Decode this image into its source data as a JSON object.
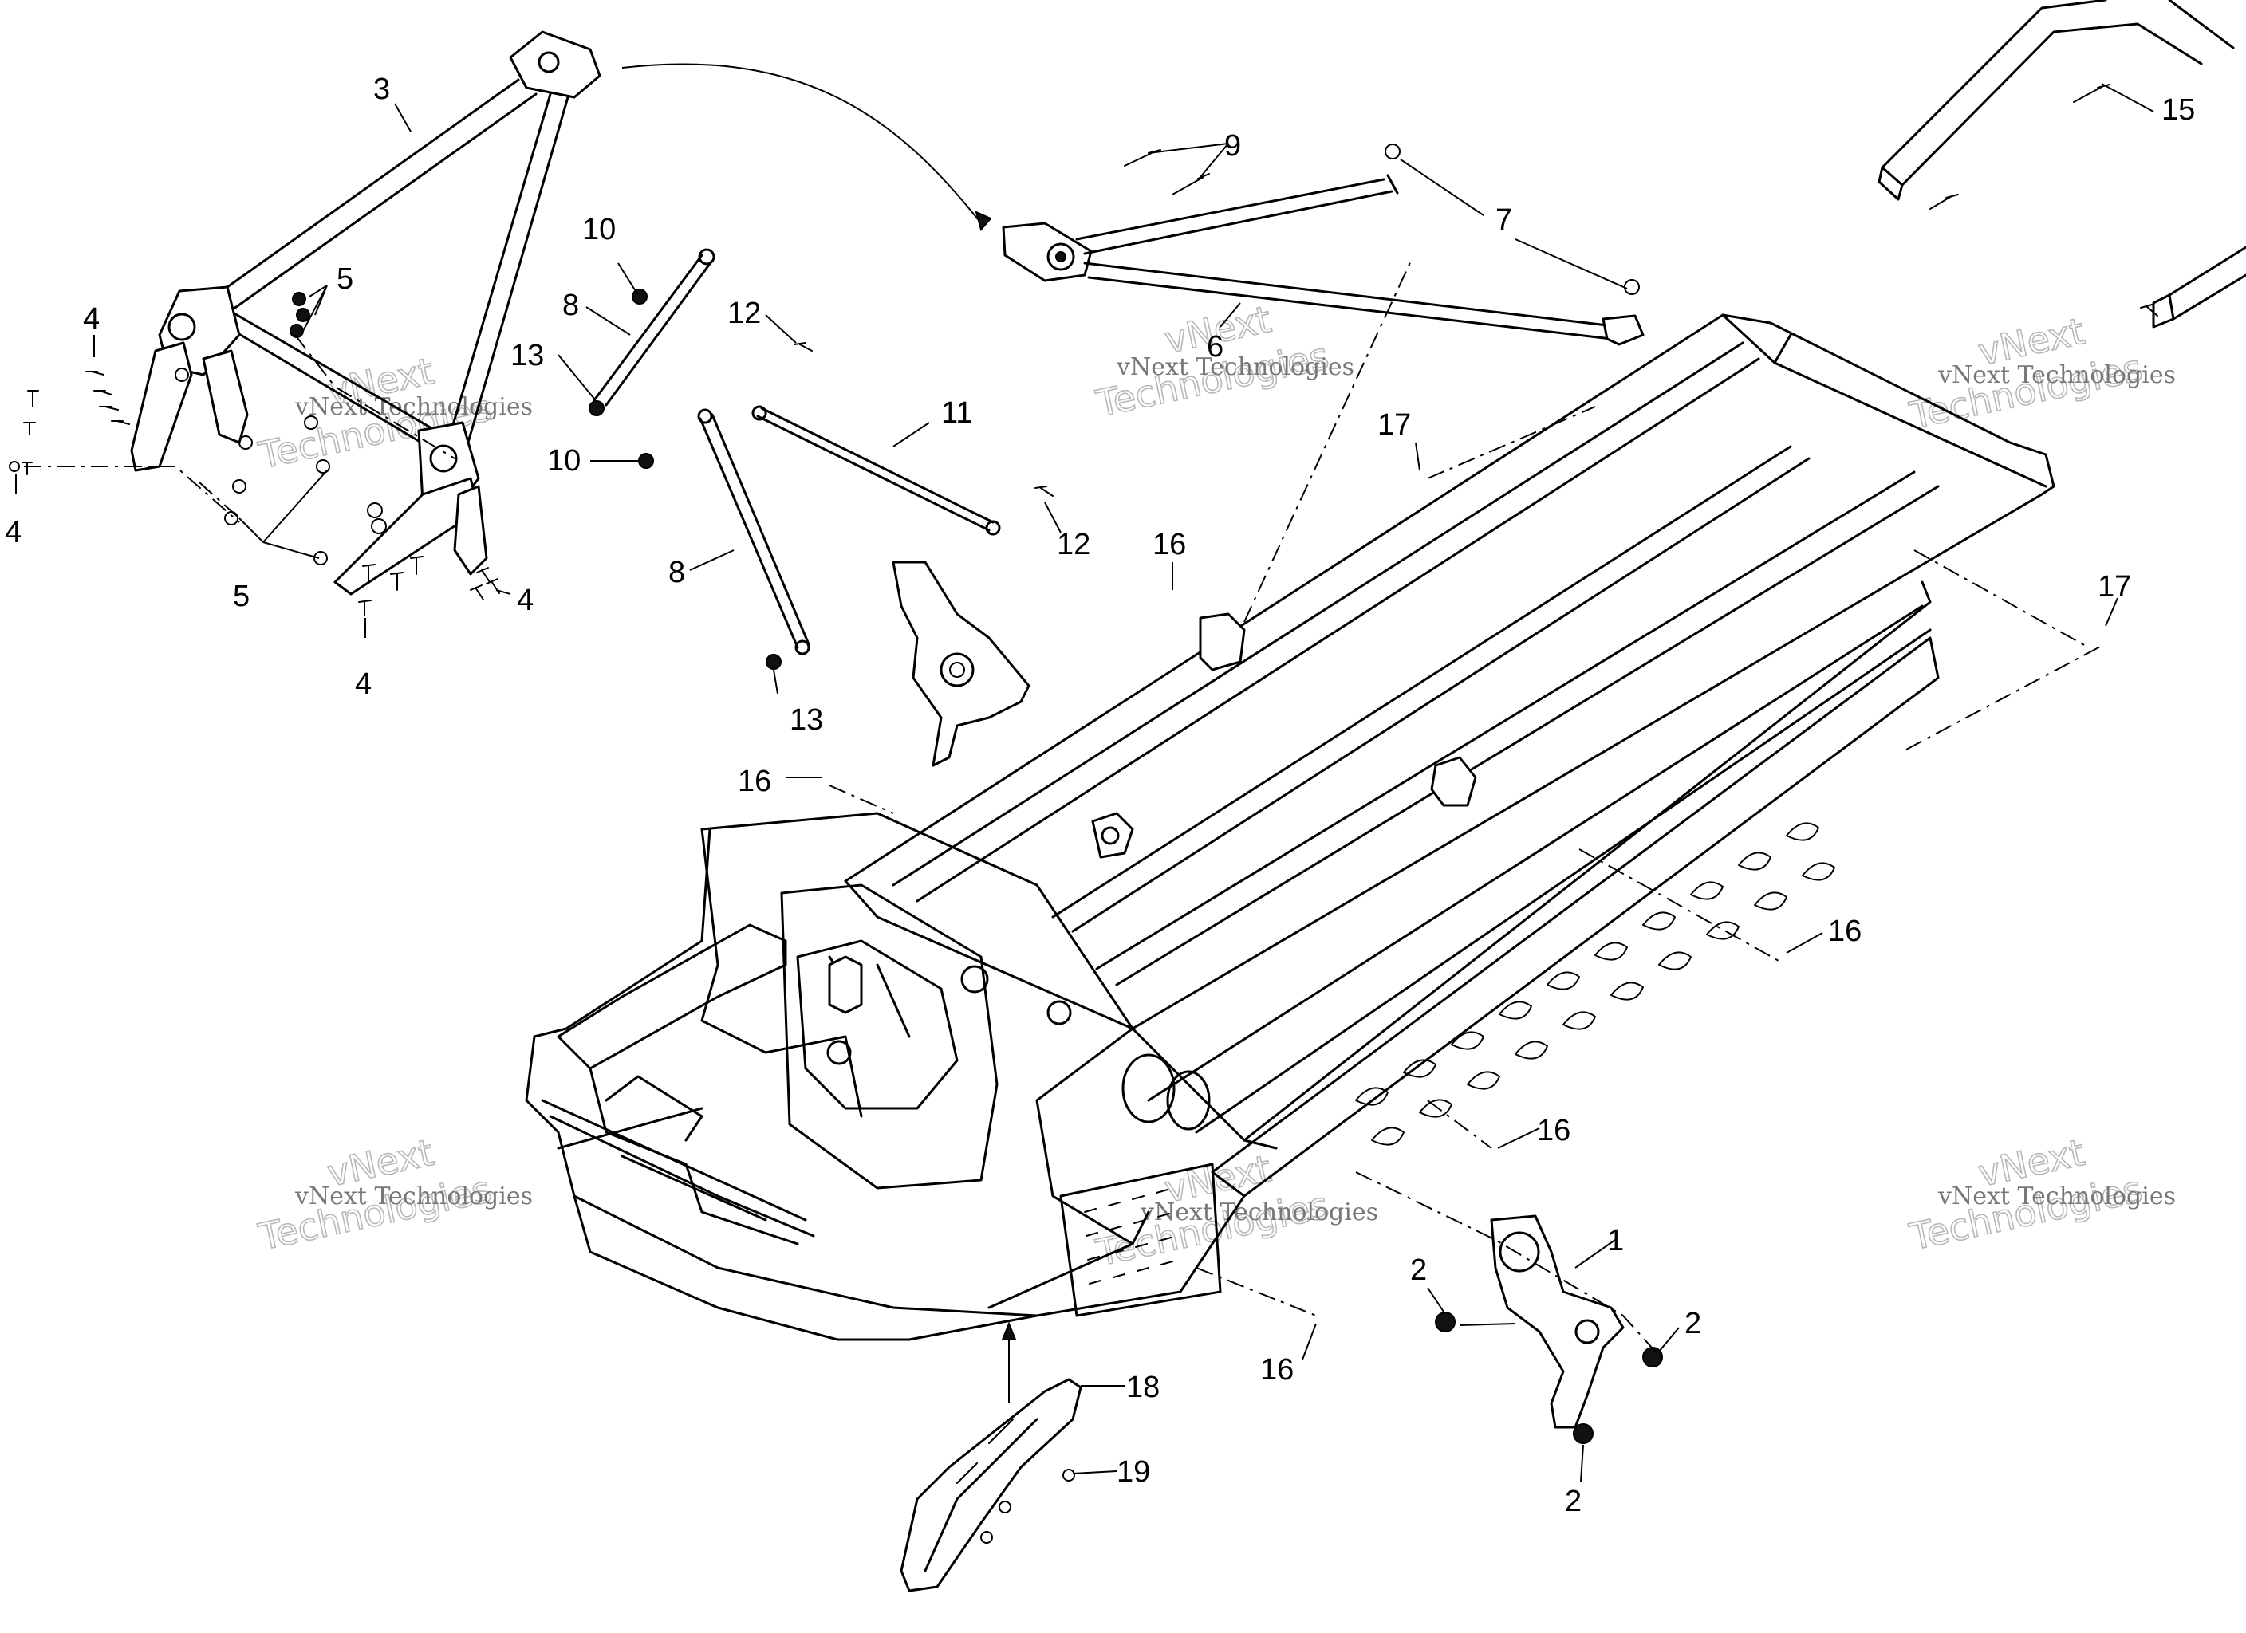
{
  "diagram": {
    "callouts": [
      {
        "id": "c3",
        "label": "3"
      },
      {
        "id": "c5a",
        "label": "5"
      },
      {
        "id": "c4a",
        "label": "4"
      },
      {
        "id": "c4b",
        "label": "4"
      },
      {
        "id": "c5b",
        "label": "5"
      },
      {
        "id": "c4c",
        "label": "4"
      },
      {
        "id": "c4d",
        "label": "4"
      },
      {
        "id": "c10a",
        "label": "10"
      },
      {
        "id": "c8a",
        "label": "8"
      },
      {
        "id": "c13a",
        "label": "13"
      },
      {
        "id": "c10b",
        "label": "10"
      },
      {
        "id": "c12a",
        "label": "12"
      },
      {
        "id": "c11",
        "label": "11"
      },
      {
        "id": "c12b",
        "label": "12"
      },
      {
        "id": "c8b",
        "label": "8"
      },
      {
        "id": "c13b",
        "label": "13"
      },
      {
        "id": "c9",
        "label": "9"
      },
      {
        "id": "c7",
        "label": "7"
      },
      {
        "id": "c6",
        "label": "6"
      },
      {
        "id": "c17a",
        "label": "17"
      },
      {
        "id": "c16a",
        "label": "16"
      },
      {
        "id": "c16b",
        "label": "16"
      },
      {
        "id": "c15",
        "label": "15"
      },
      {
        "id": "c17b",
        "label": "17"
      },
      {
        "id": "c16c",
        "label": "16"
      },
      {
        "id": "c16d",
        "label": "16"
      },
      {
        "id": "c1",
        "label": "1"
      },
      {
        "id": "c2a",
        "label": "2"
      },
      {
        "id": "c2b",
        "label": "2"
      },
      {
        "id": "c2c",
        "label": "2"
      },
      {
        "id": "c16e",
        "label": "16"
      },
      {
        "id": "c18",
        "label": "18"
      },
      {
        "id": "c19",
        "label": "19"
      }
    ],
    "watermark": {
      "line1": "vNext",
      "line2": "Technologies",
      "small": "vNext Technologies"
    }
  }
}
